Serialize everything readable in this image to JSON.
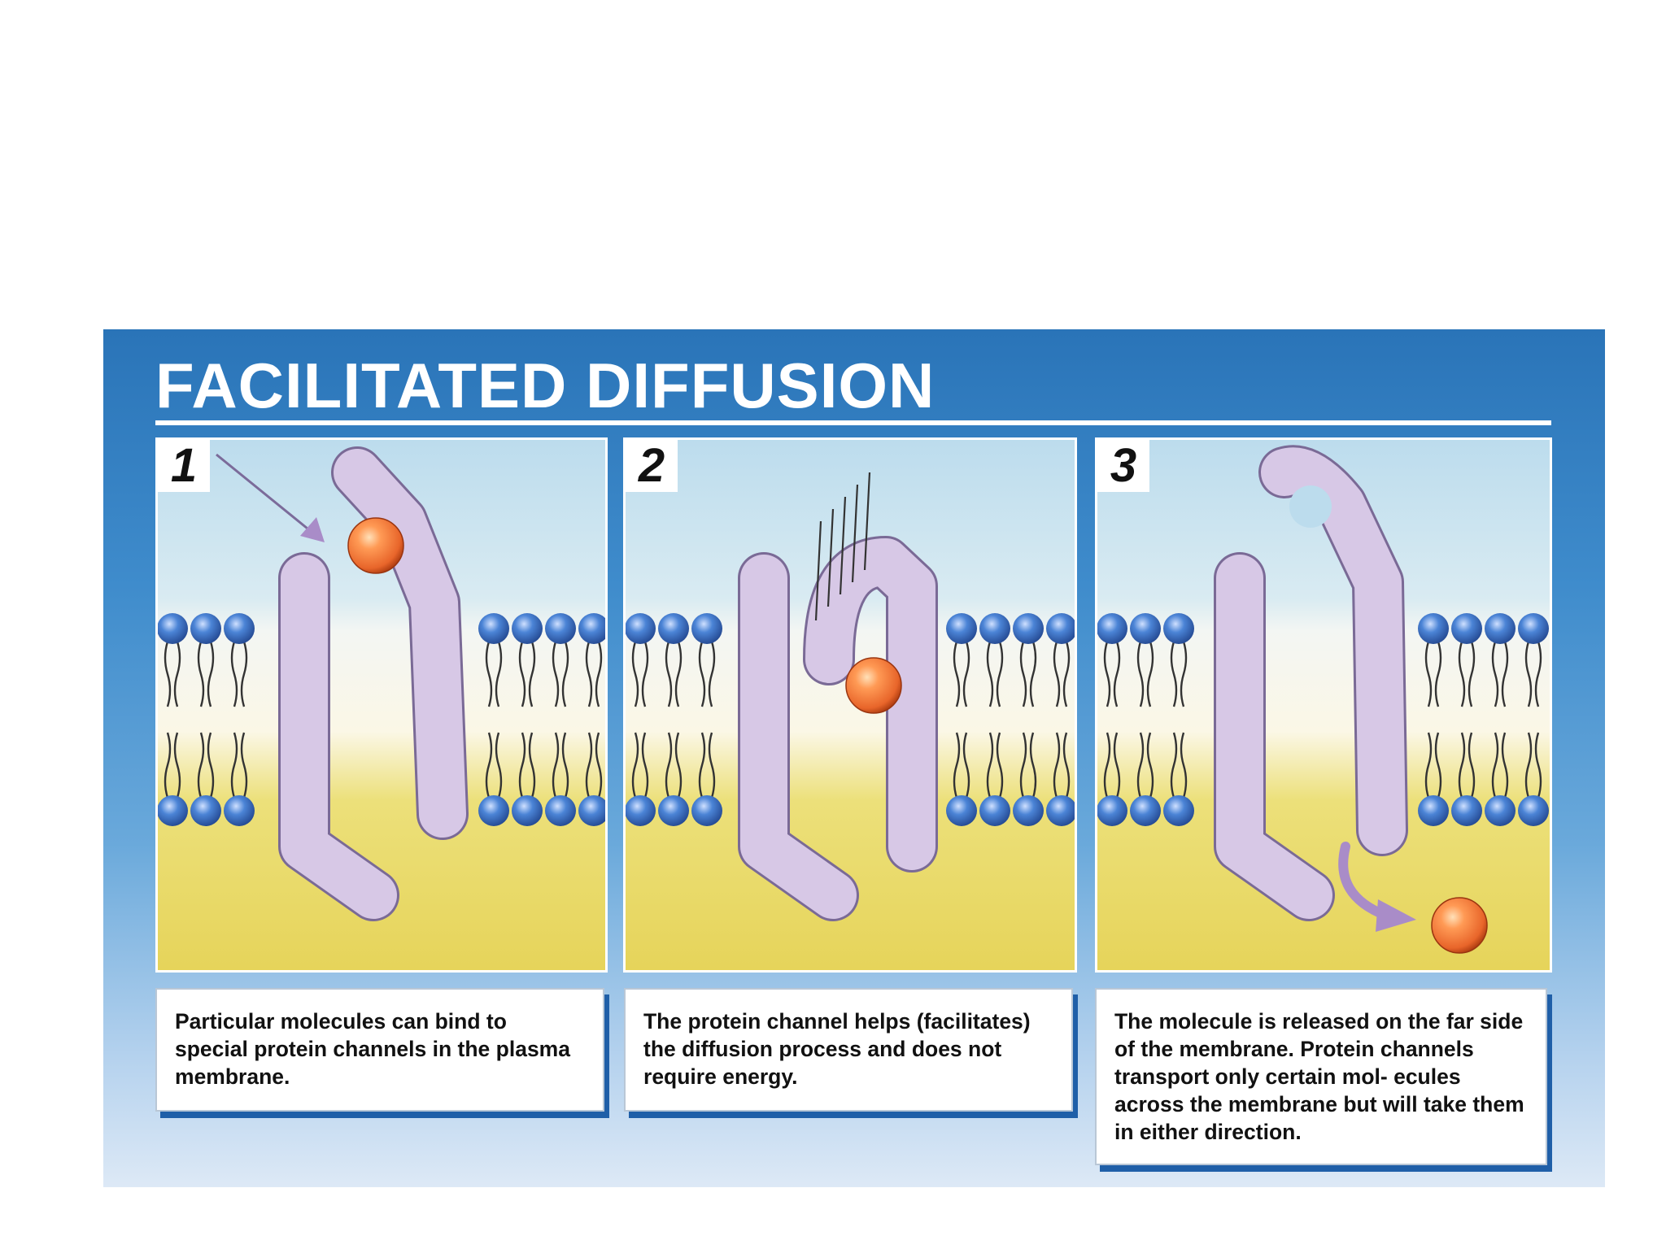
{
  "title": "FACILITATED DIFFUSION",
  "colors": {
    "background_blue": "#2a74b8",
    "extracellular": "#bcdced",
    "intracellular": "#e6d45a",
    "protein": "#d7c8e6",
    "molecule": "#e8652a",
    "phospholipid_head": "#4b84d6",
    "arrow": "#a98cc8"
  },
  "icons": {
    "molecule": "orange-sphere",
    "protein": "channel-protein",
    "membrane": "phospholipid-bilayer",
    "arrow": "curved-arrow"
  },
  "steps": [
    {
      "number": "1",
      "caption": "Particular molecules can bind to special protein channels in the plasma membrane."
    },
    {
      "number": "2",
      "caption": "The protein channel helps (facilitates) the diffusion process and does not require energy."
    },
    {
      "number": "3",
      "caption": "The molecule is released on the far side of the membrane.  Protein channels transport only certain mol- ecules across the membrane but will take them in either direction."
    }
  ]
}
